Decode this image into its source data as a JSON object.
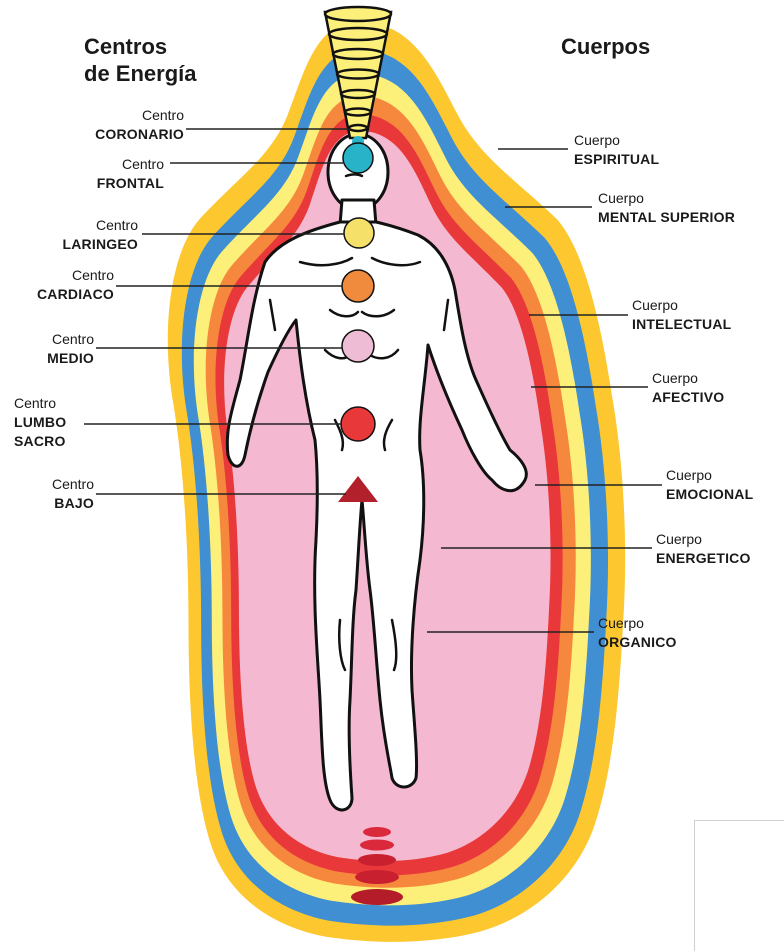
{
  "headings": {
    "centers_line1": "Centros",
    "centers_line2": "de Energía",
    "bodies": "Cuerpos"
  },
  "centers": [
    {
      "line1": "Centro",
      "line2": "CORONARIO",
      "color": "#29b3c9"
    },
    {
      "line1": "Centro",
      "line2": "FRONTAL",
      "color": "#29b3c9"
    },
    {
      "line1": "Centro",
      "line2": "LARINGEO",
      "color": "#f5e06a"
    },
    {
      "line1": "Centro",
      "line2": "CARDIACO",
      "color": "#f08a3c"
    },
    {
      "line1": "Centro",
      "line2": "MEDIO",
      "color": "#efbcd6"
    },
    {
      "line1": "Centro",
      "line2": "LUMBO",
      "line3": "SACRO",
      "color": "#e8383a"
    },
    {
      "line1": "Centro",
      "line2": "BAJO",
      "color": "#b2202c"
    }
  ],
  "bodies": [
    {
      "line1": "Cuerpo",
      "line2": "ESPIRITUAL",
      "color": "#fdc82f"
    },
    {
      "line1": "Cuerpo",
      "line2": "MENTAL SUPERIOR",
      "color": "#3f8fd2"
    },
    {
      "line1": "Cuerpo",
      "line2": "INTELECTUAL",
      "color": "#fdf07a"
    },
    {
      "line1": "Cuerpo",
      "line2": "AFECTIVO",
      "color": "#f6883d"
    },
    {
      "line1": "Cuerpo",
      "line2": "EMOCIONAL",
      "color": "#e8383a"
    },
    {
      "line1": "Cuerpo",
      "line2": "ENERGETICO",
      "color": "#f4b8d0"
    },
    {
      "line1": "Cuerpo",
      "line2": "ORGANICO",
      "color": "#ffffff"
    }
  ]
}
